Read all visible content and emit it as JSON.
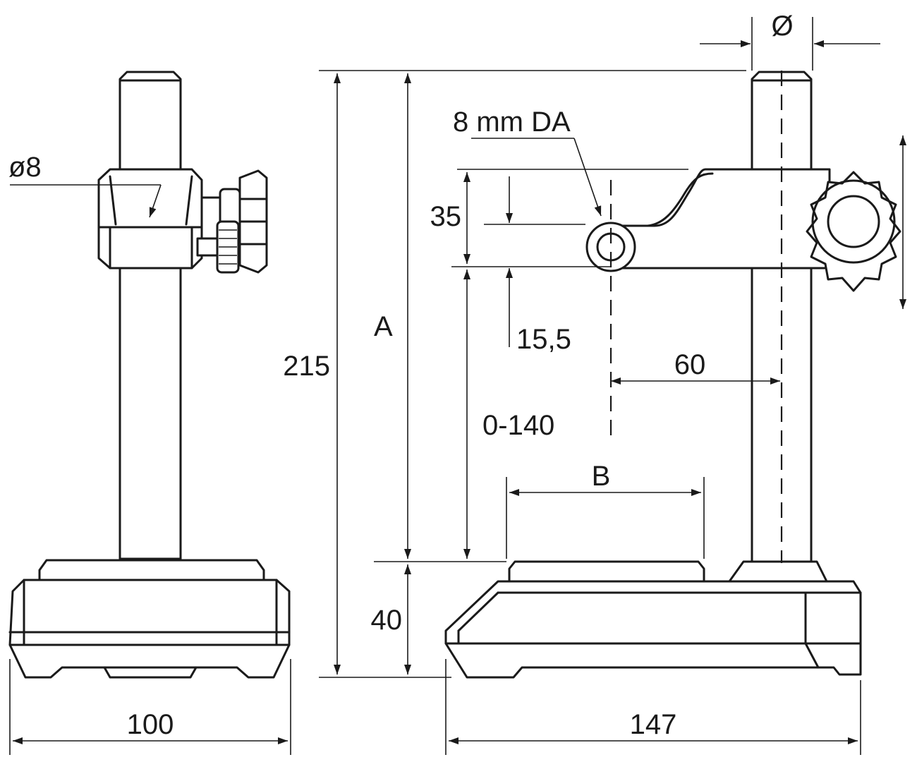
{
  "labels": {
    "diameter_small": "ø8",
    "diameter_symbol": "Ø",
    "probe": "8 mm DA",
    "dim_35": "35",
    "dim_15_5": "15,5",
    "dim_A": "A",
    "dim_215": "215",
    "dim_60": "60",
    "dim_0_140": "0-140",
    "dim_B": "B",
    "dim_40": "40",
    "dim_100": "100",
    "dim_147": "147"
  }
}
